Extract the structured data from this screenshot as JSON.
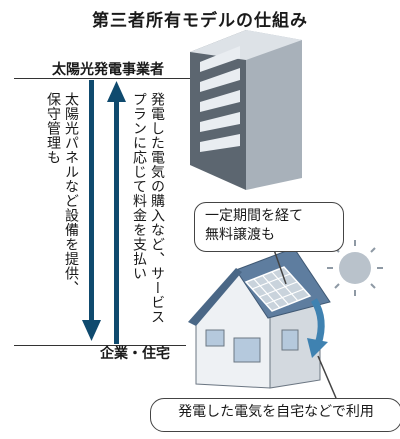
{
  "title": "第三者所有モデルの仕組み",
  "provider_label": "太陽光発電事業者",
  "customer_label": "企業・住宅",
  "provider_action": "太陽光パネルなど設備を提供、\n保守管理も",
  "customer_action": "発電した電気の購入など、サービス\nプランに応じて料金を支払い",
  "bubble_top": "一定期間を経て\n無料譲渡も",
  "bubble_bottom": "発電した電気を自宅などで利用",
  "colors": {
    "arrow_dark": "#0f4a6e",
    "arrow_light": "#3f82b1",
    "building_dark": "#4b5560",
    "building_light": "#99a3ad",
    "roof": "#5e7d9f",
    "panel": "#c9d3dc",
    "sun": "#b9c2cb",
    "house_wall": "#eef1f4",
    "house_window": "#b5c9dd"
  }
}
